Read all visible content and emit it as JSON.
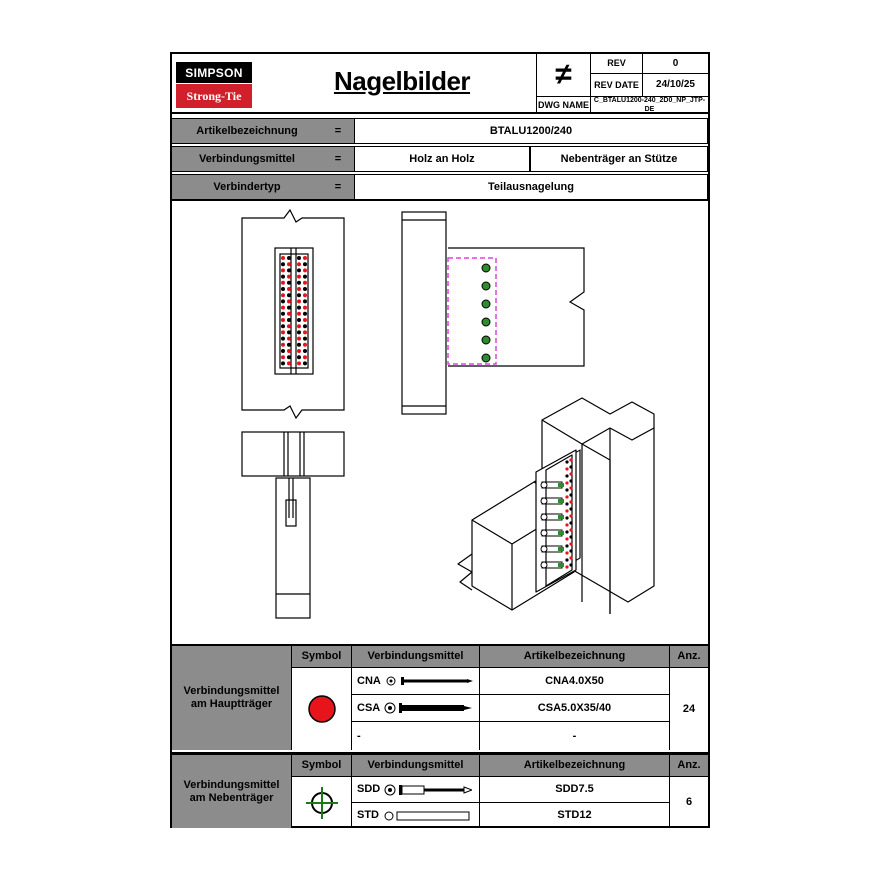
{
  "header": {
    "brand_top": "SIMPSON",
    "brand_bottom": "Strong-Tie",
    "title": "Nagelbilder",
    "rev_label": "REV",
    "rev_value": "0",
    "rev_date_label": "REV DATE",
    "rev_date_value": "24/10/25",
    "dwg_name_label": "DWG NAME",
    "dwg_name_value": "C_BTALU1200-240_2D0_NP_JTP-DE",
    "not_equal_symbol": "≠"
  },
  "info": {
    "rows": [
      {
        "label": "Artikelbezeichnung",
        "eq": "=",
        "value": "BTALU1200/240"
      },
      {
        "label": "Verbindungsmittel",
        "eq": "=",
        "value": "Holz an Holz",
        "value2": "Nebenträger an Stütze"
      },
      {
        "label": "Verbindertyp",
        "eq": "=",
        "value": "Teilausnagelung"
      }
    ]
  },
  "table_main": {
    "section_label": "Verbindungsmittel am Hauptträger",
    "headers": {
      "symbol": "Symbol",
      "fastener": "Verbindungsmittel",
      "article": "Artikelbezeichnung",
      "qty": "Anz."
    },
    "rows": [
      {
        "code": "CNA",
        "article": "CNA4.0X50"
      },
      {
        "code": "CSA",
        "article": "CSA5.0X35/40"
      },
      {
        "code": "-",
        "article": "-"
      }
    ],
    "quantity": "24",
    "symbol_color": "#e8141b"
  },
  "table_secondary": {
    "section_label": "Verbindungsmittel am Nebenträger",
    "headers": {
      "symbol": "Symbol",
      "fastener": "Verbindungsmittel",
      "article": "Artikelbezeichnung",
      "qty": "Anz."
    },
    "rows": [
      {
        "code": "SDD",
        "article": "SDD7.5"
      },
      {
        "code": "STD",
        "article": "STD12"
      }
    ],
    "quantity": "6",
    "symbol_color": "#1a7a1a"
  },
  "colors": {
    "header_grey": "#8c8c8c",
    "brand_red": "#d1202b",
    "magenta_outline": "#e040e0",
    "green_marker": "#2e8b2e"
  }
}
